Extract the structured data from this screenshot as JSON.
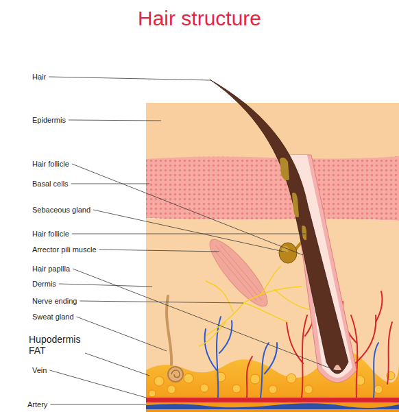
{
  "diagram": {
    "title": "Hair structure",
    "labels": [
      "Hair",
      "Epidermis",
      "Hair follicle",
      "Basal cells",
      "Sebaceous gland",
      "Hair follicle",
      "Arrector pili muscle",
      "Hair papilla",
      "Dermis",
      "Nerve ending",
      "Sweat gland",
      "Hupodermis FAT",
      "Vein",
      "Artery"
    ]
  }
}
